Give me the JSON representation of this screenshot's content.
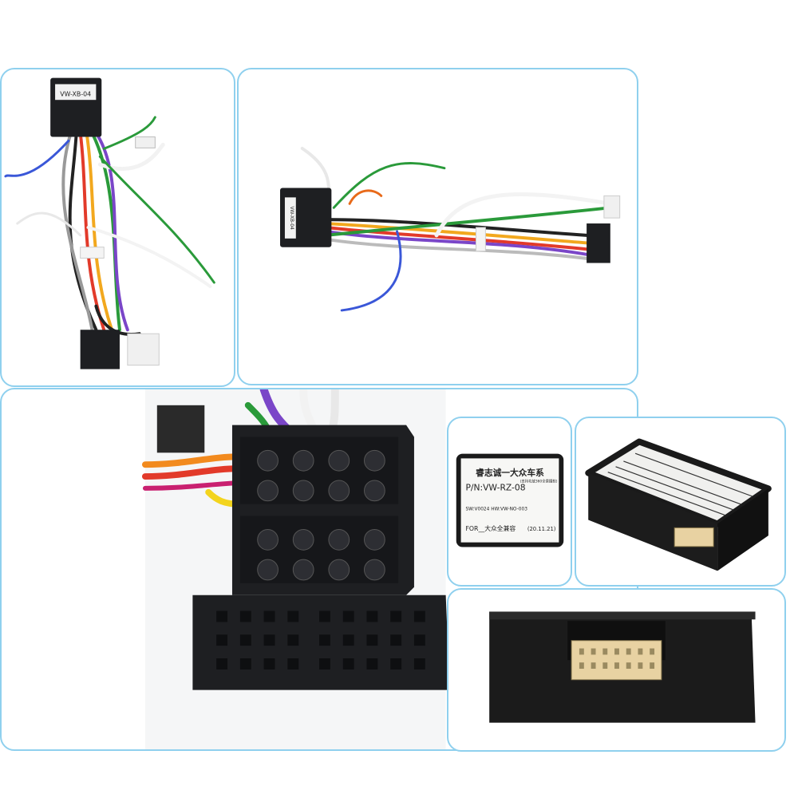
{
  "harness_tags": {
    "top_left_tag": "VW-XB-04",
    "top_right_tag": "VW-XB-04"
  },
  "module_label": {
    "line1": "睿志诚一大众车系",
    "line2": "P/N:VW-RZ-08",
    "line3": "(支持功放360全景摄软)",
    "line4": "SW:V0024 HW:VW-NO-003",
    "line5": "FOR__大众全兼容",
    "line6": "(20.11.21)"
  },
  "colors": {
    "frame": "#8fd0ee",
    "connector": "#1e1f22",
    "module_body": "#1a1a1a",
    "pin_header": "#e8d2a2"
  }
}
